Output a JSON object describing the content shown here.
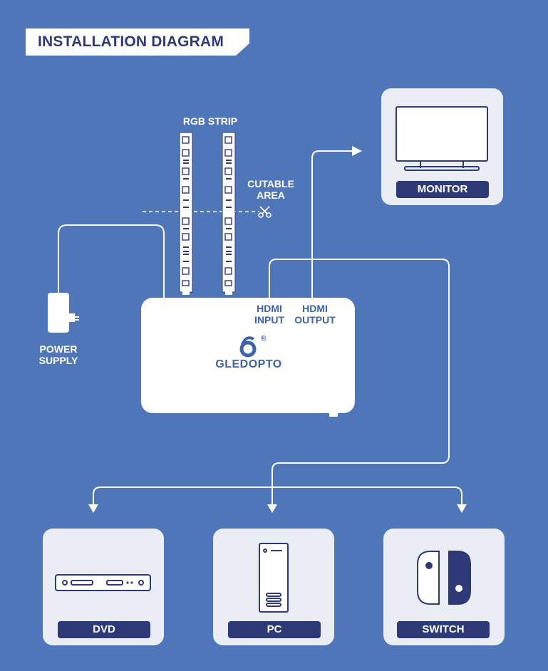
{
  "title": "INSTALLATION DIAGRAM",
  "labels": {
    "rgb_strip": "RGB STRIP",
    "cutable_area": [
      "CUTABLE",
      "AREA"
    ],
    "power_supply": [
      "POWER",
      "SUPPLY"
    ]
  },
  "hub": {
    "brand": "GLEDOPTO",
    "registered": "®",
    "hdmi_input": [
      "HDMI",
      "INPUT"
    ],
    "hdmi_output": [
      "HDMI",
      "OUTPUT"
    ]
  },
  "devices": {
    "monitor": "MONITOR",
    "dvd": "DVD",
    "pc": "PC",
    "switch": "SWITCH"
  },
  "colors": {
    "background": "#4f76b8",
    "card": "#eaedf3",
    "hub": "#ffffff",
    "label_dark": "#2e3a78",
    "hub_text": "#3c63aa",
    "switch_left_joycon": "#ffffff",
    "switch_right_joycon": "#2e3a78"
  }
}
